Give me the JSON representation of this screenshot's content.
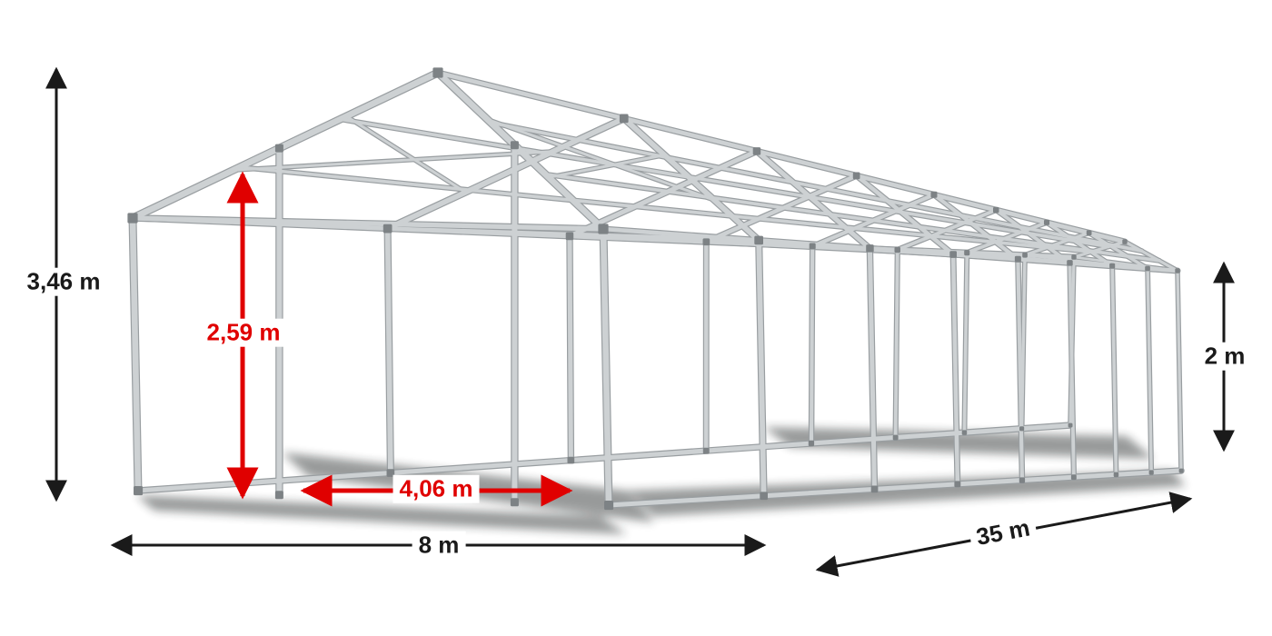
{
  "diagram": {
    "subject": "tent-frame-dimension-diagram",
    "dimensions": {
      "total_height": "3,46 m",
      "entrance_height": "2,59 m",
      "entrance_width": "4,06 m",
      "width": "8 m",
      "length": "35 m",
      "side_height": "2 m"
    },
    "colors": {
      "background": "#ffffff",
      "frame_light": "#cdd1d3",
      "frame_dark": "#999ea1",
      "joint": "#7d8285",
      "dimension_black": "#1a1a1a",
      "dimension_red": "#e00000",
      "shadow": "#1e2123"
    }
  }
}
